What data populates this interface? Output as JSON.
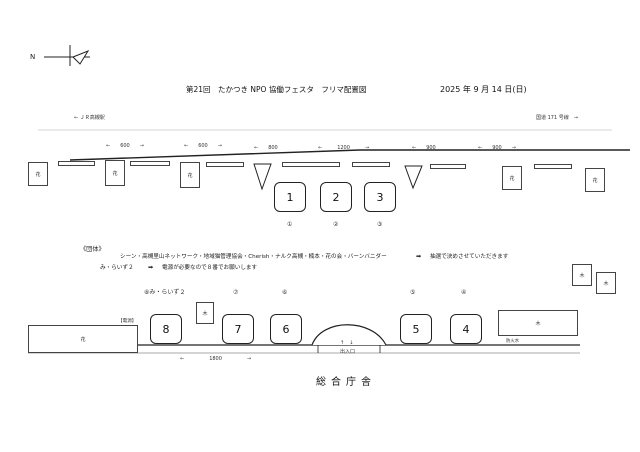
{
  "compass": {
    "label": "N"
  },
  "header": {
    "title": "第21回　たかつき NPO 協働フェスタ　フリマ配置図",
    "date": "2025 年 9 月 14 日(日)"
  },
  "directions": {
    "left": "← ＪＲ高槻駅",
    "right": "国道 171 号線　→"
  },
  "measures": {
    "m1": "←　　600　　→",
    "m2": "←　　600　　→",
    "m3": "←　　800",
    "m4": "←　　　1200　　　→",
    "m5": "←　　900",
    "m6": "←　　900　　→",
    "m7": "←　　　　　1800　　　　　→"
  },
  "flower_label": "花",
  "tree_label": "木",
  "booths": {
    "b1": "1",
    "b2": "2",
    "b3": "3",
    "b4": "4",
    "b5": "5",
    "b6": "6",
    "b7": "7",
    "b8": "8"
  },
  "booth_marks": {
    "c1": "①",
    "c2": "②",
    "c3": "③",
    "c8": "⑧み・らいず２",
    "c7": "⑦",
    "c6": "⑥",
    "c5": "⑤",
    "c4": "④"
  },
  "groups": {
    "label": "《団体》",
    "line1": "シーン・高槻里山ネットワーク・地域猫管理協会・Cherish・ナルク高槻・楠本・花の会・バーンバニダー",
    "arrow1": "➡",
    "result1": "抽選で決めさせていただきます",
    "line2": "み・らいず２",
    "arrow2": "➡",
    "result2": "電源が必要なので８番でお願いします"
  },
  "power_label": "【電源】",
  "entrance_arrow": "↑　↓",
  "entrance_label": "出入口",
  "smoking_label": "防火水",
  "hall_label": "総合庁舎"
}
